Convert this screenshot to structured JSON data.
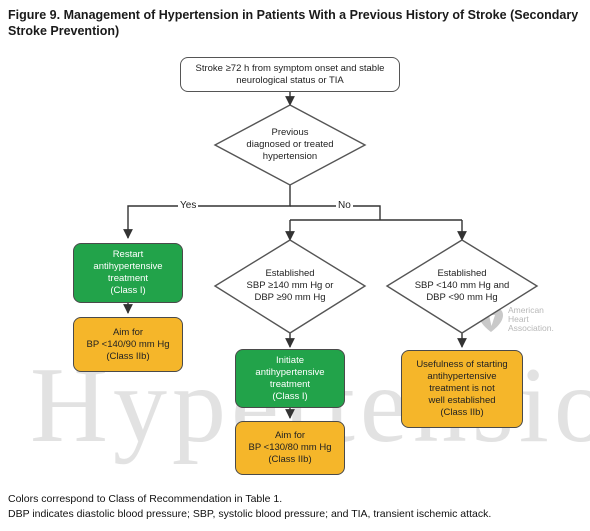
{
  "figure": {
    "title": "Figure 9. Management of Hypertension in Patients With a Previous History of Stroke (Secondary Stroke Prevention)",
    "watermark": "Hypertension",
    "logo_lines": [
      "American",
      "Heart",
      "Association."
    ]
  },
  "nodes": {
    "start": {
      "lines": [
        "Stroke ≥72 h from symptom onset and stable",
        "neurological status or TIA"
      ]
    },
    "decision_previous_htn": {
      "lines": [
        "Previous",
        "diagnosed or treated",
        "hypertension"
      ]
    },
    "restart": {
      "lines": [
        "Restart",
        "antihypertensive",
        "treatment",
        "(Class I)"
      ]
    },
    "aim_restart": {
      "lines": [
        "Aim for",
        "BP <140/90 mm Hg",
        "(Class IIb)"
      ]
    },
    "decision_high": {
      "lines": [
        "Established",
        "SBP ≥140 mm Hg or",
        "DBP ≥90 mm Hg"
      ]
    },
    "decision_low": {
      "lines": [
        "Established",
        "SBP <140 mm Hg and",
        "DBP <90 mm Hg"
      ]
    },
    "initiate": {
      "lines": [
        "Initiate",
        "antihypertensive",
        "treatment",
        "(Class I)"
      ]
    },
    "aim_initiate": {
      "lines": [
        "Aim for",
        "BP <130/80 mm Hg",
        "(Class IIb)"
      ]
    },
    "usefulness": {
      "lines": [
        "Usefulness of starting",
        "antihypertensive",
        "treatment is not",
        "well established",
        "(Class IIb)"
      ]
    }
  },
  "edge_labels": {
    "yes": "Yes",
    "no": "No"
  },
  "caption": {
    "line1": "Colors correspond to Class of Recommendation in Table 1.",
    "line2": "DBP indicates diastolic blood pressure; SBP, systolic blood pressure; and TIA, transient ischemic attack."
  }
}
